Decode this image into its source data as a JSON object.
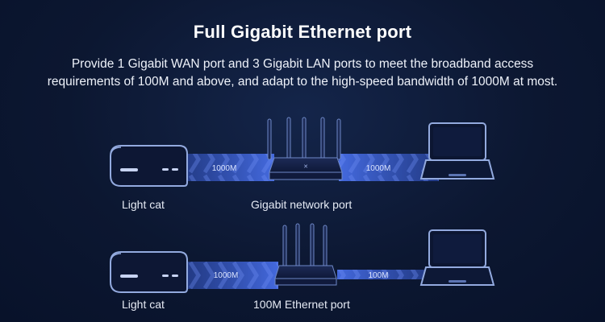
{
  "header": {
    "title": "Full Gigabit Ethernet port",
    "description": "Provide 1 Gigabit WAN port and 3 Gigabit LAN ports to meet the broadband access requirements of 100M and above, and adapt to the high-speed bandwidth of 1000M at most."
  },
  "rows": [
    {
      "device_label": "Light cat",
      "router_label": "Gigabit network port",
      "link_left_speed": "1000M",
      "link_right_speed": "1000M"
    },
    {
      "device_label": "Light cat",
      "router_label": "100M Ethernet port",
      "link_left_speed": "1000M",
      "link_right_speed": "100M"
    }
  ],
  "colors": {
    "background": "#0c1731",
    "link_band": "#3b5fd9",
    "device_stroke": "#8ea7dd",
    "text": "#ffffff"
  },
  "icons": [
    "light-cat-modem-icon",
    "router-icon",
    "laptop-icon"
  ]
}
